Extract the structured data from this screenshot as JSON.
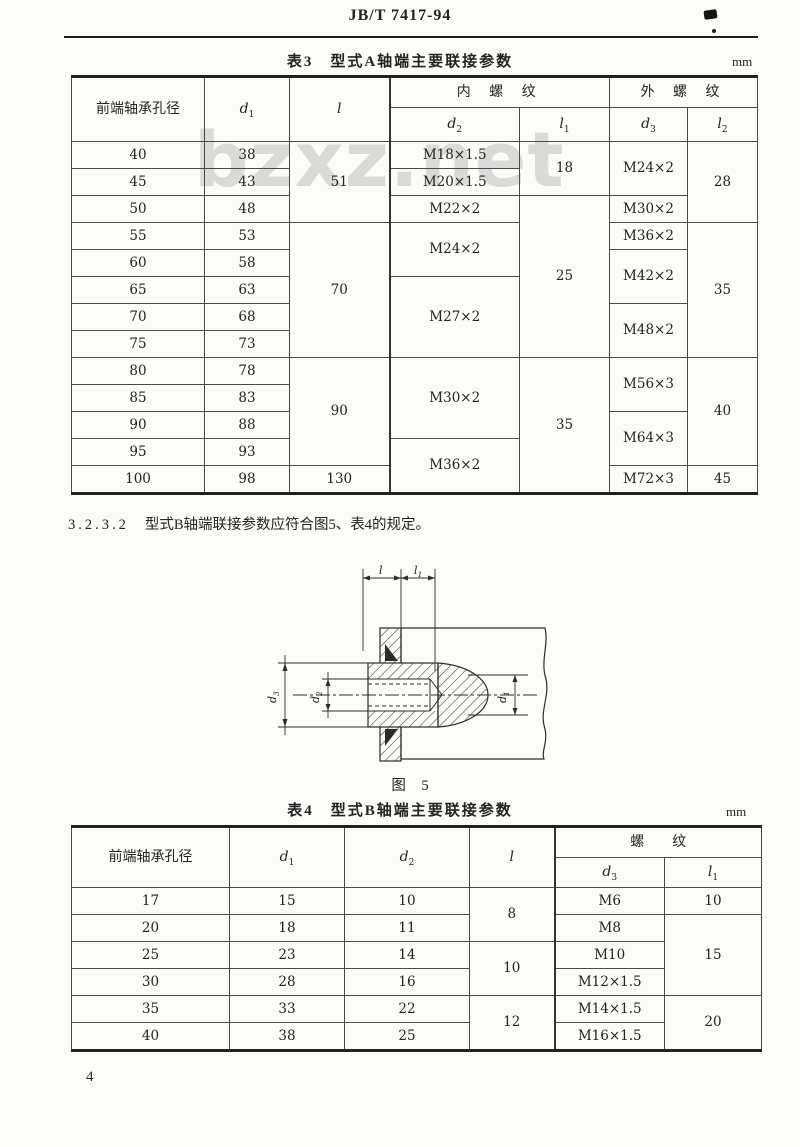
{
  "page": {
    "doc_number": "JB/T 7417-94",
    "page_number": "4"
  },
  "watermark": "bzxz.net",
  "section": {
    "number": "3.2.3.2",
    "text": "型式B轴端联接参数应符合图5、表4的规定。"
  },
  "figure": {
    "caption": "图 5",
    "labels": {
      "l": {
        "base": "l",
        "sub": ""
      },
      "l1": {
        "base": "l",
        "sub": "1"
      },
      "d1": {
        "base": "d",
        "sub": "1"
      },
      "d2": {
        "base": "d",
        "sub": "2"
      },
      "d3": {
        "base": "d",
        "sub": "3"
      }
    }
  },
  "table3": {
    "title": "表3　型式A轴端主要联接参数",
    "unit": "mm",
    "headers": {
      "bore": "前端轴承孔径",
      "internal_thread": "内 螺 纹",
      "external_thread": "外 螺 纹",
      "d1": {
        "base": "d",
        "sub": "1"
      },
      "l": {
        "base": "l",
        "sub": ""
      },
      "d2": {
        "base": "d",
        "sub": "2"
      },
      "l1": {
        "base": "l",
        "sub": "1"
      },
      "d3": {
        "base": "d",
        "sub": "3"
      },
      "l2": {
        "base": "l",
        "sub": "2"
      }
    },
    "rows": [
      {
        "bore": "40",
        "d1": "38",
        "l": "51",
        "d2": "M18×1.5",
        "l1": "18",
        "d3": "M24×2",
        "l2": "28"
      },
      {
        "bore": "45",
        "d1": "43",
        "d2": "M20×1.5"
      },
      {
        "bore": "50",
        "d1": "48",
        "d2": "M22×2",
        "l1": "25",
        "d3": "M30×2"
      },
      {
        "bore": "55",
        "d1": "53",
        "l": "70",
        "d2": "M24×2",
        "d3": "M36×2",
        "l2": "35"
      },
      {
        "bore": "60",
        "d1": "58",
        "d3": "M42×2"
      },
      {
        "bore": "65",
        "d1": "63",
        "d2": "M27×2"
      },
      {
        "bore": "70",
        "d1": "68",
        "d3": "M48×2"
      },
      {
        "bore": "75",
        "d1": "73"
      },
      {
        "bore": "80",
        "d1": "78",
        "l": "90",
        "d2": "M30×2",
        "l1": "35",
        "d3": "M56×3",
        "l2": "40"
      },
      {
        "bore": "85",
        "d1": "83"
      },
      {
        "bore": "90",
        "d1": "88",
        "d3": "M64×3"
      },
      {
        "bore": "95",
        "d1": "93",
        "d2": "M36×2"
      },
      {
        "bore": "100",
        "d1": "98",
        "l": "130",
        "d3": "M72×3",
        "l2": "45"
      }
    ]
  },
  "table4": {
    "title": "表4　型式B轴端主要联接参数",
    "unit": "mm",
    "headers": {
      "bore": "前端轴承孔径",
      "thread": "螺　　纹",
      "d1": {
        "base": "d",
        "sub": "1"
      },
      "d2": {
        "base": "d",
        "sub": "2"
      },
      "l": {
        "base": "l",
        "sub": ""
      },
      "d3": {
        "base": "d",
        "sub": "3"
      },
      "l1": {
        "base": "l",
        "sub": "1"
      }
    },
    "rows": [
      {
        "bore": "17",
        "d1": "15",
        "d2": "10",
        "l": "8",
        "d3": "M6",
        "l1": "10"
      },
      {
        "bore": "20",
        "d1": "18",
        "d2": "11",
        "d3": "M8",
        "l1": "15"
      },
      {
        "bore": "25",
        "d1": "23",
        "d2": "14",
        "l": "10",
        "d3": "M10"
      },
      {
        "bore": "30",
        "d1": "28",
        "d2": "16",
        "d3": "M12×1.5"
      },
      {
        "bore": "35",
        "d1": "33",
        "d2": "22",
        "l": "12",
        "d3": "M14×1.5",
        "l1": "20"
      },
      {
        "bore": "40",
        "d1": "38",
        "d2": "25",
        "d3": "M16×1.5"
      }
    ]
  }
}
